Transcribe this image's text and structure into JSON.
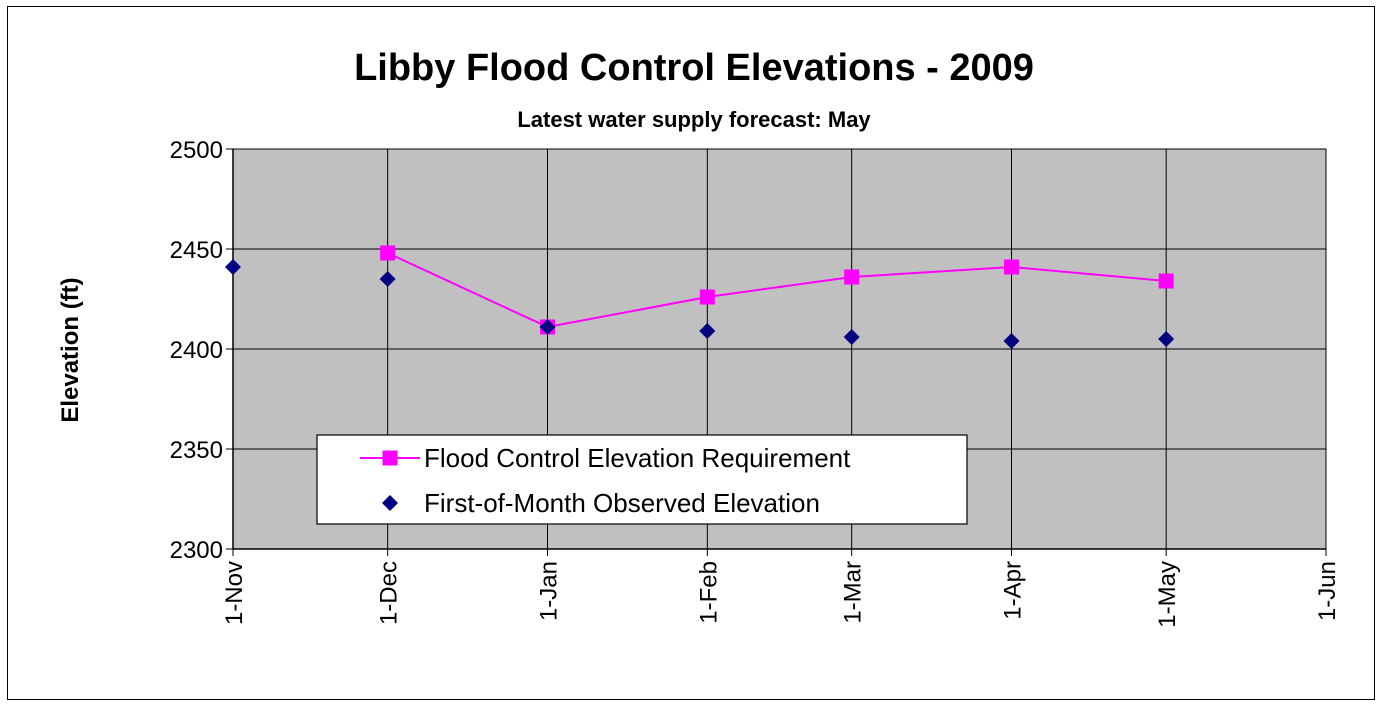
{
  "chart_data": {
    "type": "line",
    "title": "Libby Flood Control Elevations - 2009",
    "subtitle": "Latest water supply forecast: May",
    "ylabel": "Elevation (ft)",
    "xlabel": "",
    "ylim": [
      2300,
      2500
    ],
    "yticks": [
      2300,
      2350,
      2400,
      2450,
      2500
    ],
    "categories": [
      "1-Nov",
      "1-Dec",
      "1-Jan",
      "1-Feb",
      "1-Mar",
      "1-Apr",
      "1-May",
      "1-Jun"
    ],
    "x_dates": [
      "2008-11-01",
      "2008-12-01",
      "2009-01-01",
      "2009-02-01",
      "2009-03-01",
      "2009-04-01",
      "2009-05-01",
      "2009-06-01"
    ],
    "grid": true,
    "legend_position": "lower-left",
    "plot_background": "#c0c0c0",
    "series": [
      {
        "name": "Flood Control Elevation Requirement",
        "marker": "square",
        "line": true,
        "color": "#ff00ff",
        "points": [
          {
            "x": "2008-12-01",
            "y": 2448
          },
          {
            "x": "2009-01-01",
            "y": 2411
          },
          {
            "x": "2009-02-01",
            "y": 2426
          },
          {
            "x": "2009-03-01",
            "y": 2436
          },
          {
            "x": "2009-04-01",
            "y": 2441
          },
          {
            "x": "2009-05-01",
            "y": 2434
          }
        ]
      },
      {
        "name": "First-of-Month Observed Elevation",
        "marker": "diamond",
        "line": false,
        "color": "#000080",
        "points": [
          {
            "x": "2008-11-01",
            "y": 2441
          },
          {
            "x": "2008-12-01",
            "y": 2435
          },
          {
            "x": "2009-01-01",
            "y": 2411
          },
          {
            "x": "2009-02-01",
            "y": 2409
          },
          {
            "x": "2009-03-01",
            "y": 2406
          },
          {
            "x": "2009-04-01",
            "y": 2404
          },
          {
            "x": "2009-05-01",
            "y": 2405
          }
        ]
      }
    ]
  }
}
